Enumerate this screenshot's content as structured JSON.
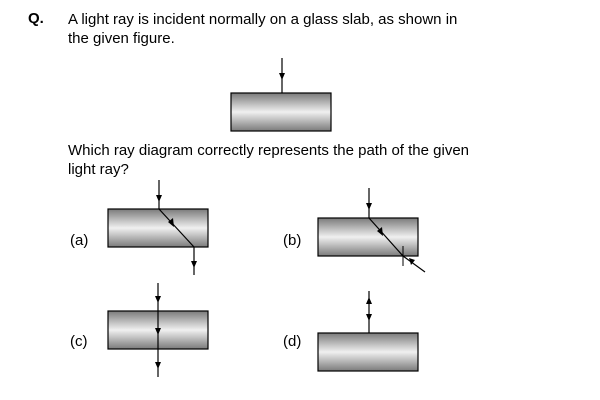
{
  "question": {
    "number_label": "Q.",
    "stem_line1": "A light ray is incident normally on a glass slab, as shown in",
    "stem_line2": "the given figure.",
    "prompt_line1": "Which ray diagram correctly represents the path of the given",
    "prompt_line2": "light ray?"
  },
  "options": [
    {
      "label": "(a)"
    },
    {
      "label": "(b)"
    },
    {
      "label": "(c)"
    },
    {
      "label": "(d)"
    }
  ],
  "colors": {
    "slab_dark": "#7a7a7a",
    "slab_light": "#f0f0f0",
    "ray": "#000000"
  }
}
